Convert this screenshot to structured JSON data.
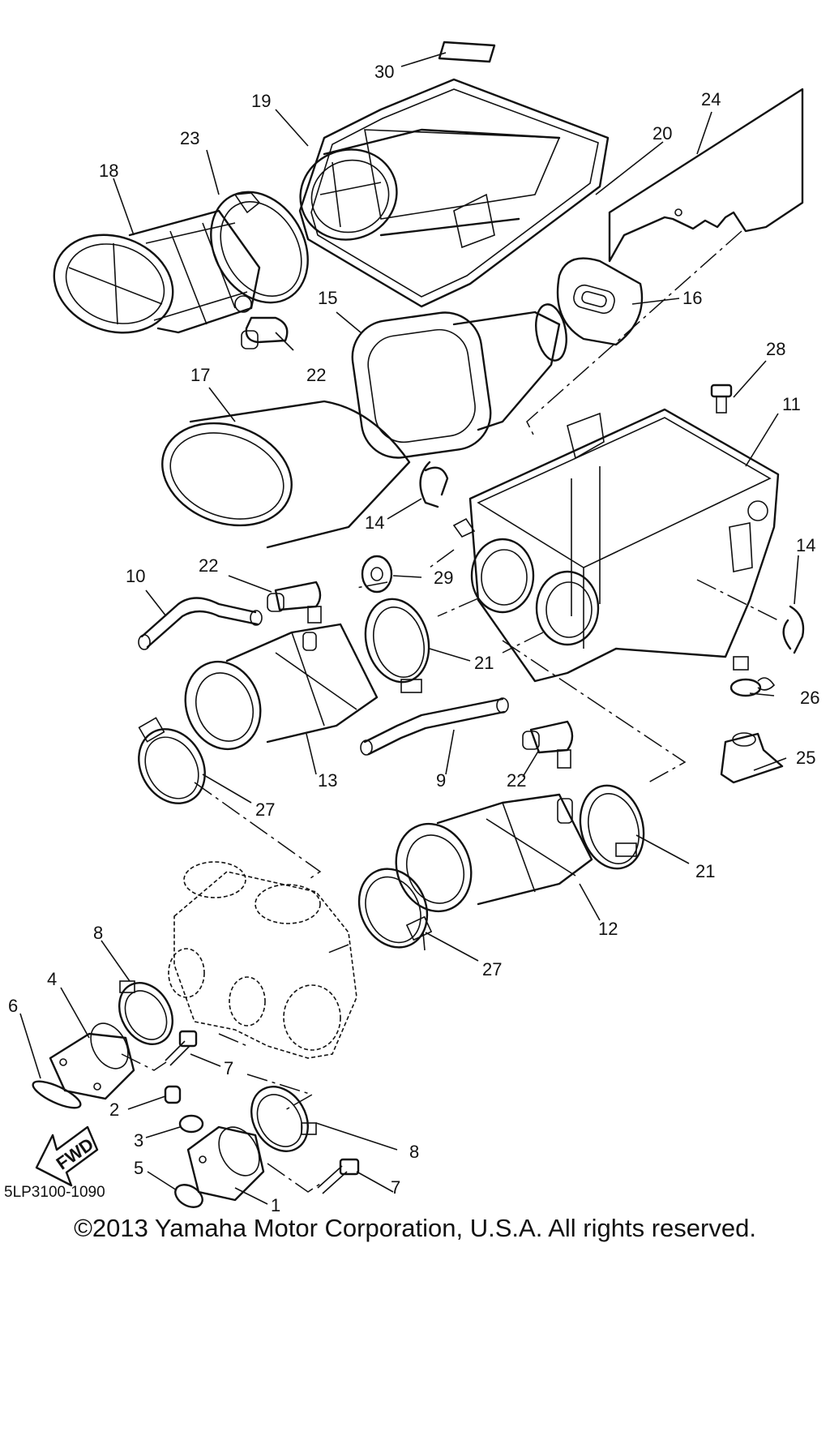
{
  "diagram_code": "5LP3100-1090",
  "copyright": "©2013 Yamaha Motor Corporation, U.S.A. All rights reserved.",
  "fwd_label": "FWD",
  "callouts": {
    "c1": "1",
    "c2": "2",
    "c3": "3",
    "c4": "4",
    "c5": "5",
    "c6": "6",
    "c7a": "7",
    "c7b": "7",
    "c8a": "8",
    "c8b": "8",
    "c9": "9",
    "c10": "10",
    "c11": "11",
    "c12": "12",
    "c13": "13",
    "c14a": "14",
    "c14b": "14",
    "c15": "15",
    "c16": "16",
    "c17": "17",
    "c18": "18",
    "c19": "19",
    "c20": "20",
    "c21a": "21",
    "c21b": "21",
    "c22a": "22",
    "c22b": "22",
    "c22c": "22",
    "c23": "23",
    "c24": "24",
    "c25": "25",
    "c26": "26",
    "c27a": "27",
    "c27b": "27",
    "c28": "28",
    "c29": "29",
    "c30": "30"
  },
  "colors": {
    "ink": "#111111",
    "background": "#ffffff"
  }
}
